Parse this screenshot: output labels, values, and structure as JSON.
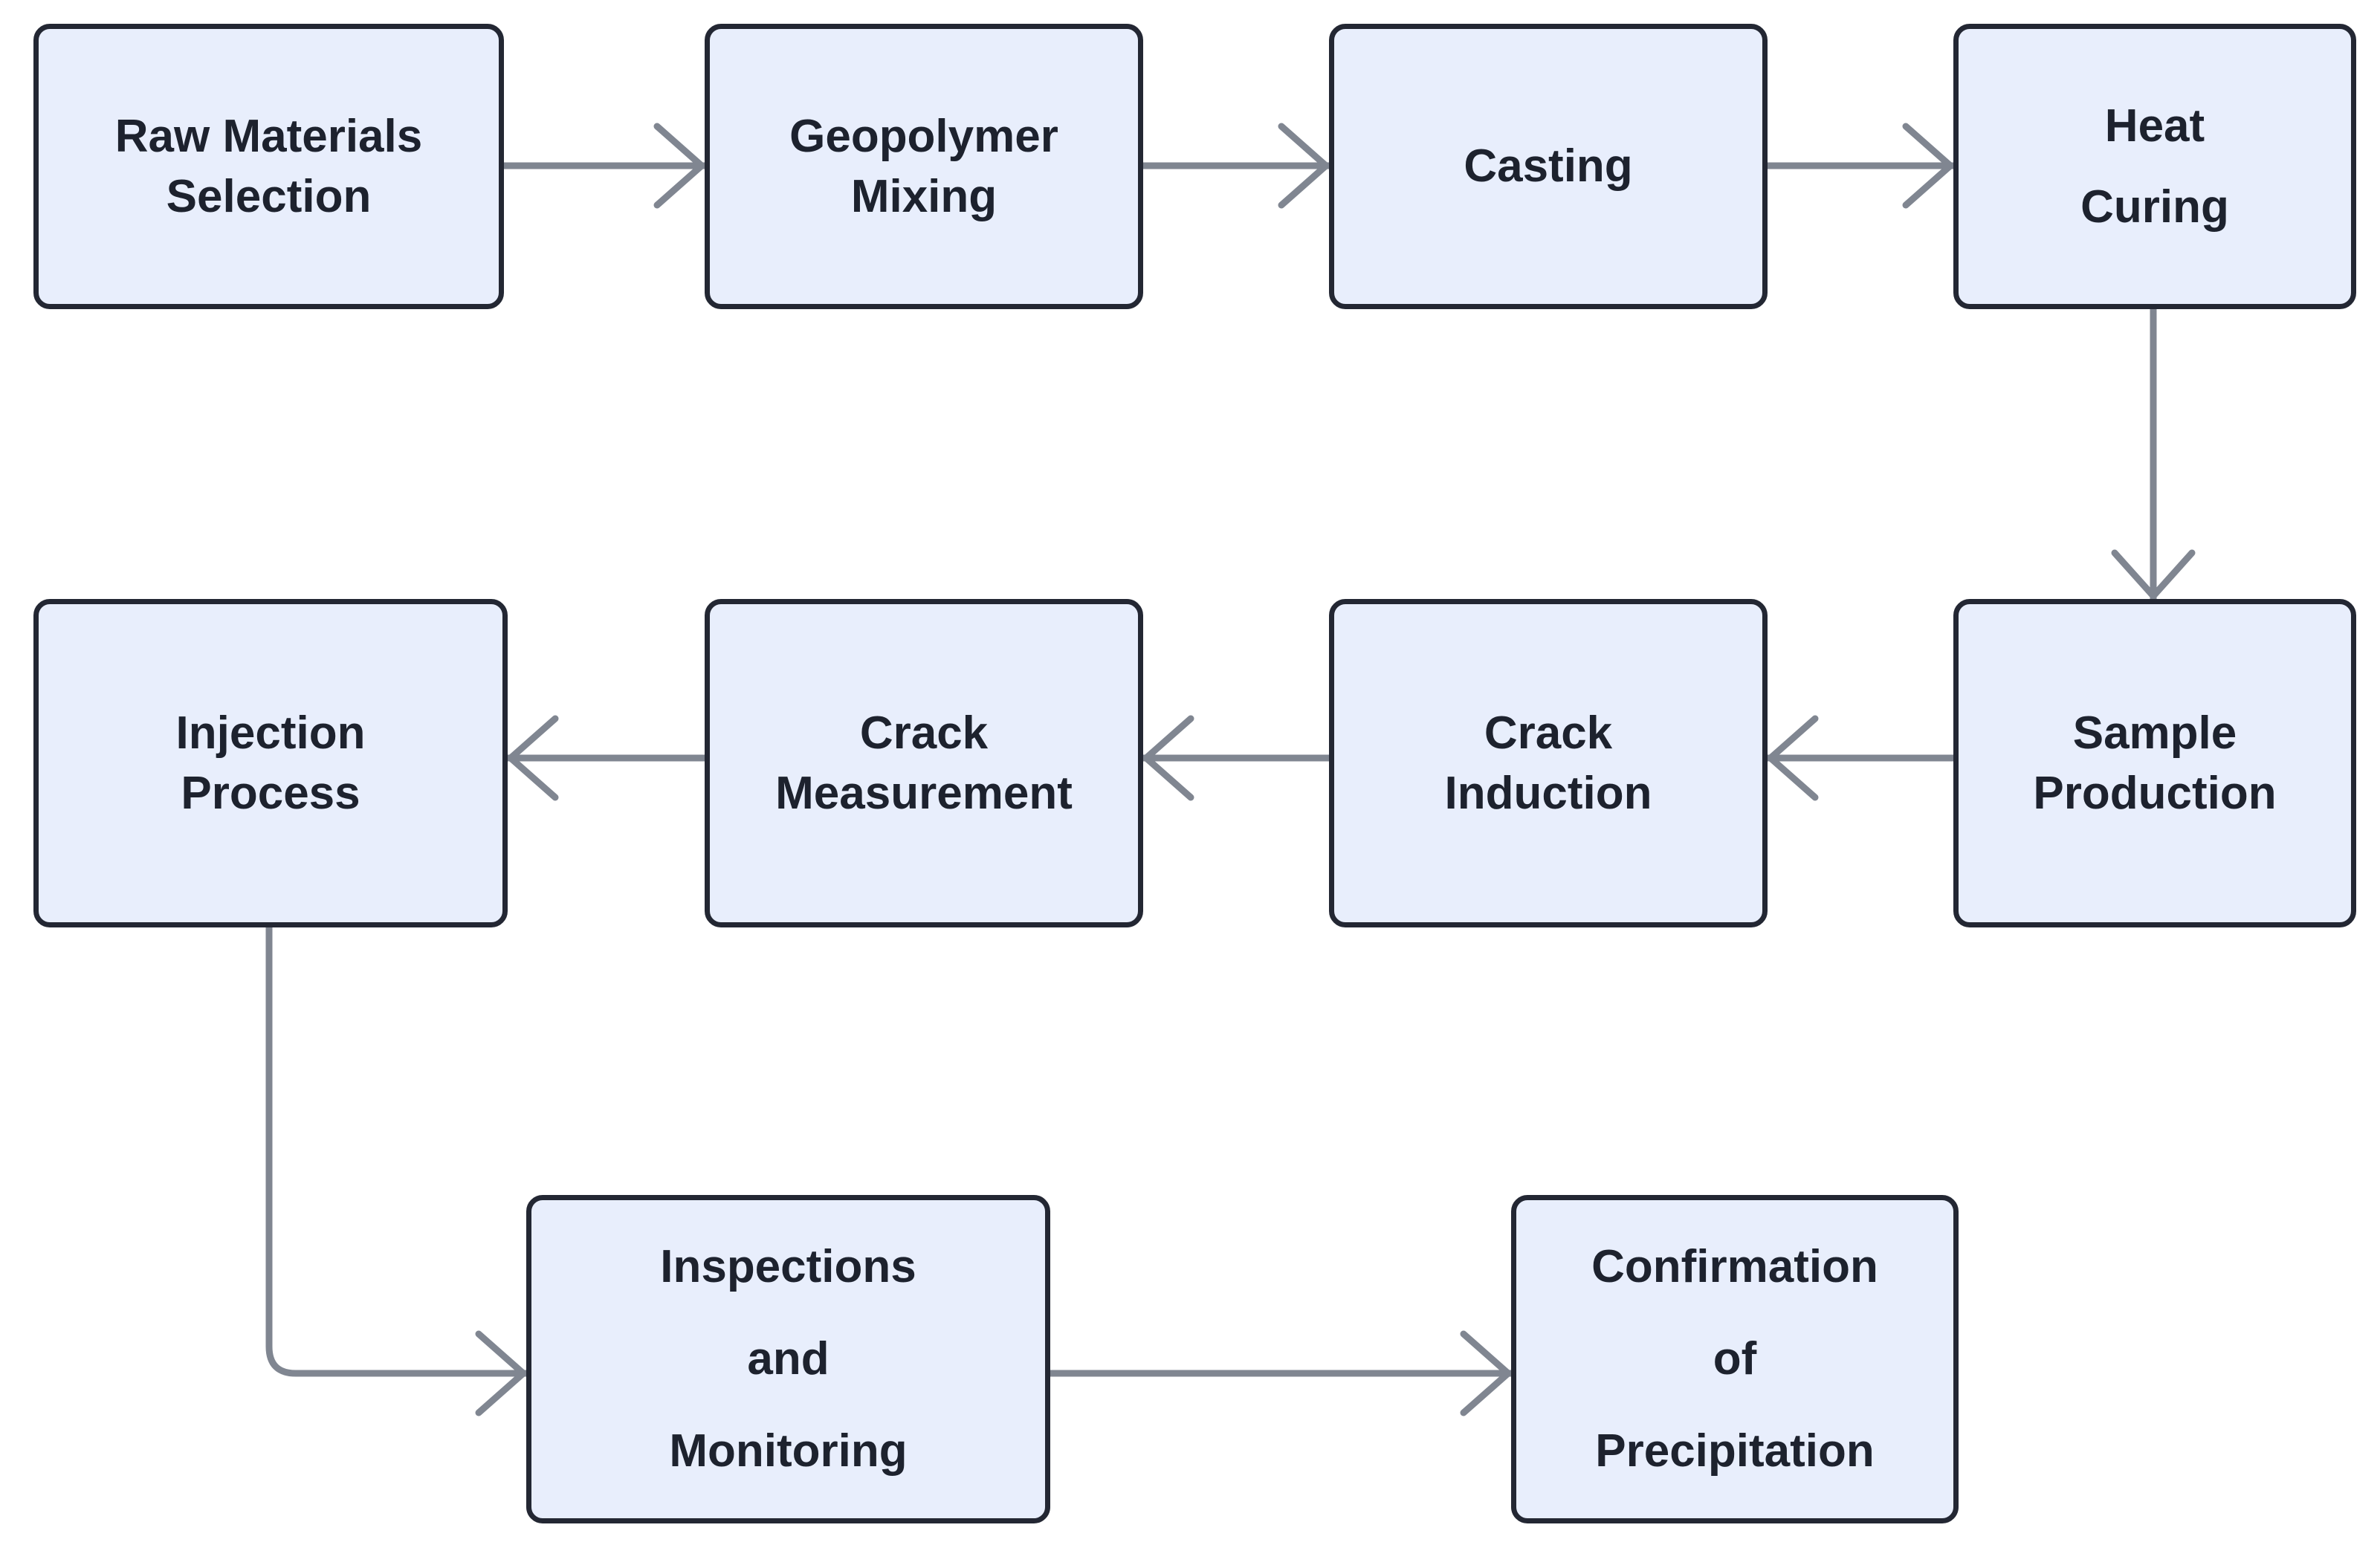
{
  "diagram": {
    "type": "flowchart",
    "title": "Self-healing geopolymer concrete experimental process flowchart",
    "orientation": "serpentine-horizontal",
    "colors": {
      "node_fill": "#e8eefc",
      "node_border": "#232733",
      "node_text": "#1d222e",
      "edge_stroke": "#808691",
      "background": "#ffffff"
    },
    "nodes": [
      {
        "id": "raw-materials-selection",
        "lines": [
          "Raw Materials",
          "Selection"
        ],
        "row": 1,
        "col": 1
      },
      {
        "id": "geopolymer-mixing",
        "lines": [
          "Geopolymer",
          "Mixing"
        ],
        "row": 1,
        "col": 2
      },
      {
        "id": "casting",
        "lines": [
          "Casting"
        ],
        "row": 1,
        "col": 3
      },
      {
        "id": "heat-curing",
        "lines": [
          "Heat",
          "Curing"
        ],
        "row": 1,
        "col": 4
      },
      {
        "id": "injection-process",
        "lines": [
          "Injection",
          "Process"
        ],
        "row": 2,
        "col": 1
      },
      {
        "id": "crack-measurement",
        "lines": [
          "Crack",
          "Measurement"
        ],
        "row": 2,
        "col": 2
      },
      {
        "id": "crack-induction",
        "lines": [
          "Crack",
          "Induction"
        ],
        "row": 2,
        "col": 3
      },
      {
        "id": "sample-production",
        "lines": [
          "Sample",
          "Production"
        ],
        "row": 2,
        "col": 4
      },
      {
        "id": "inspections-and-monitoring",
        "lines": [
          "Inspections",
          "and",
          "Monitoring"
        ],
        "row": 3,
        "col": 1
      },
      {
        "id": "confirmation-of-precipitation",
        "lines": [
          "Confirmation",
          "of",
          "Precipitation"
        ],
        "row": 3,
        "col": 2
      }
    ],
    "edges": [
      {
        "from": "raw-materials-selection",
        "to": "geopolymer-mixing",
        "direction": "right"
      },
      {
        "from": "geopolymer-mixing",
        "to": "casting",
        "direction": "right"
      },
      {
        "from": "casting",
        "to": "heat-curing",
        "direction": "right"
      },
      {
        "from": "heat-curing",
        "to": "sample-production",
        "direction": "down"
      },
      {
        "from": "sample-production",
        "to": "crack-induction",
        "direction": "left"
      },
      {
        "from": "crack-induction",
        "to": "crack-measurement",
        "direction": "left"
      },
      {
        "from": "crack-measurement",
        "to": "injection-process",
        "direction": "left"
      },
      {
        "from": "injection-process",
        "to": "inspections-and-monitoring",
        "direction": "down-right-elbow"
      },
      {
        "from": "inspections-and-monitoring",
        "to": "confirmation-of-precipitation",
        "direction": "right"
      }
    ]
  }
}
